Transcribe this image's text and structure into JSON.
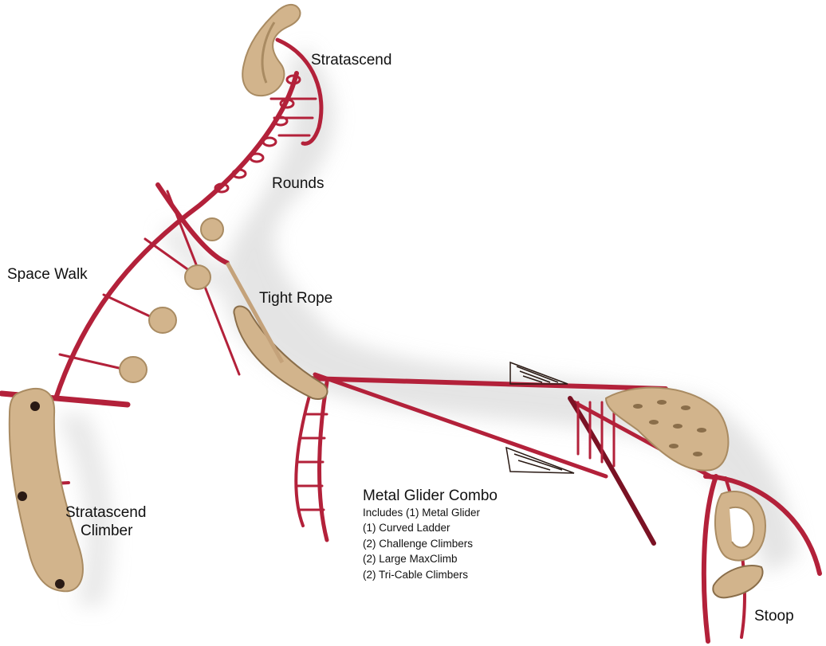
{
  "labels": {
    "stratascend": "Stratascend",
    "rounds": "Rounds",
    "space_walk": "Space Walk",
    "tight_rope": "Tight Rope",
    "stratascend_climber_line1": "Stratascend",
    "stratascend_climber_line2": "Climber",
    "metal_glider_combo": "Metal Glider Combo",
    "stoop": "Stoop"
  },
  "glider_includes": [
    "Includes (1) Metal Glider",
    "(1) Curved Ladder",
    "(2) Challenge Climbers",
    "(2) Large MaxClimb",
    "(2) Tri-Cable Climbers"
  ],
  "colors": {
    "pipe": "#b3213a",
    "pipe_dark": "#7a1224",
    "panel": "#d2b48c",
    "panel_dark": "#a98b62",
    "shadow": "#dedede",
    "bolt": "#2a1a14"
  }
}
